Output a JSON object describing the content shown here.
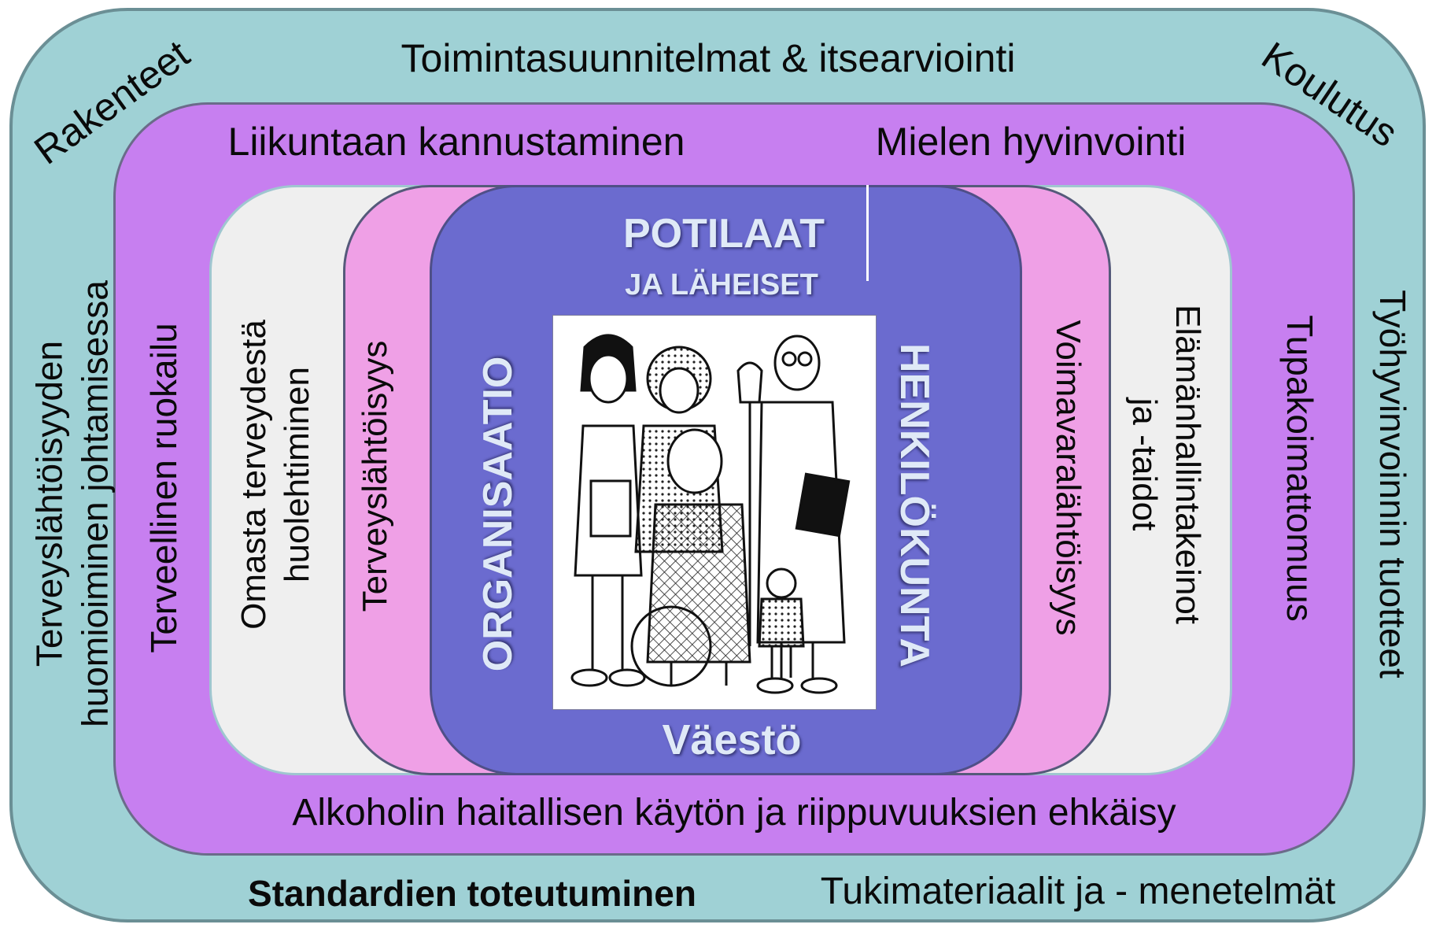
{
  "colors": {
    "outer_ring": "#9fd1d5",
    "violet_ring": "#c77ff0",
    "light_ring": "#efefef",
    "pink_ring": "#efa0e6",
    "core": "#6b6bcf",
    "core_text": "#dfe9f7",
    "text": "#0a0a0a"
  },
  "outer": {
    "top": "Toimintasuunnitelmat & itsearviointi",
    "top_left": "Rakenteet",
    "top_right": "Koulutus",
    "left": [
      "Terveyslähtöisyyden",
      "huomioiminen johtamisessa"
    ],
    "right": "Työhyvinvoinnin tuotteet",
    "bottom_left": "Standardien toteutuminen",
    "bottom_right": "Tukimateriaalit ja - menetelmät"
  },
  "violet": {
    "top_left": "Liikuntaan kannustaminen",
    "top_right": "Mielen hyvinvointi",
    "left": "Terveellinen  ruokailu",
    "right": "Tupakoimattomuus",
    "bottom": "Alkoholin haitallisen käytön ja riippuvuuksien ehkäisy"
  },
  "light": {
    "left": [
      "Omasta terveydestä",
      "huolehtiminen"
    ],
    "right": [
      "Elämänhallintakeinot",
      "ja -taidot"
    ]
  },
  "pink": {
    "left": "Terveyslähtöisyys",
    "right": "Voimavaralähtöisyys"
  },
  "core": {
    "top_line1": "POTILAAT",
    "top_line2": "JA LÄHEISET",
    "left": "ORGANISAATIO",
    "right": "HENKILÖKUNTA",
    "bottom": "Väestö"
  },
  "picture": {
    "icon": "people-group-cartoon-icon"
  }
}
